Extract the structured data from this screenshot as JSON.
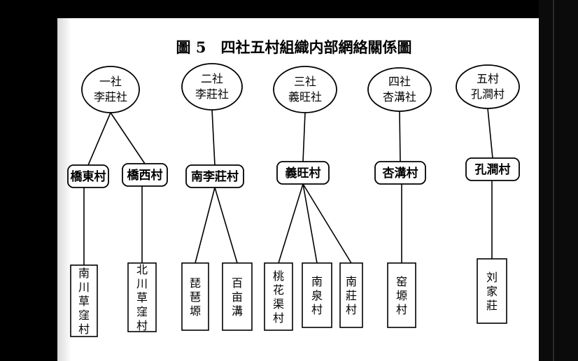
{
  "title": "圖 5　四社五村組織内部網絡關係圖",
  "she": [
    {
      "id": "s1",
      "line1": "一社",
      "line2": "李莊社"
    },
    {
      "id": "s2",
      "line1": "二社",
      "line2": "李莊社"
    },
    {
      "id": "s3",
      "line1": "三社",
      "line2": "義旺社"
    },
    {
      "id": "s4",
      "line1": "四社",
      "line2": "杏溝社"
    },
    {
      "id": "s5",
      "line1": "五村",
      "line2": "孔澗村"
    }
  ],
  "villages": [
    {
      "id": "v1",
      "label": "橋東村",
      "parent": "s1"
    },
    {
      "id": "v2",
      "label": "橋西村",
      "parent": "s1"
    },
    {
      "id": "v3",
      "label": "南李莊村",
      "parent": "s2"
    },
    {
      "id": "v4",
      "label": "義旺村",
      "parent": "s3"
    },
    {
      "id": "v5",
      "label": "杏溝村",
      "parent": "s4"
    },
    {
      "id": "v6",
      "label": "孔澗村",
      "parent": "s5"
    }
  ],
  "hamlets": [
    {
      "id": "h1",
      "label": "南川草窪村",
      "parent": "v1"
    },
    {
      "id": "h2",
      "label": "北川草窪村",
      "parent": "v2"
    },
    {
      "id": "h3",
      "label": "琵琶塬",
      "parent": "v3"
    },
    {
      "id": "h4",
      "label": "百亩溝",
      "parent": "v3"
    },
    {
      "id": "h5",
      "label": "桃花渠村",
      "parent": "v4"
    },
    {
      "id": "h6",
      "label": "南泉村",
      "parent": "v4"
    },
    {
      "id": "h7",
      "label": "南莊村",
      "parent": "v4"
    },
    {
      "id": "h8",
      "label": "窑塬村",
      "parent": "v5"
    },
    {
      "id": "h9",
      "label": "刘家莊",
      "parent": "v6"
    }
  ]
}
